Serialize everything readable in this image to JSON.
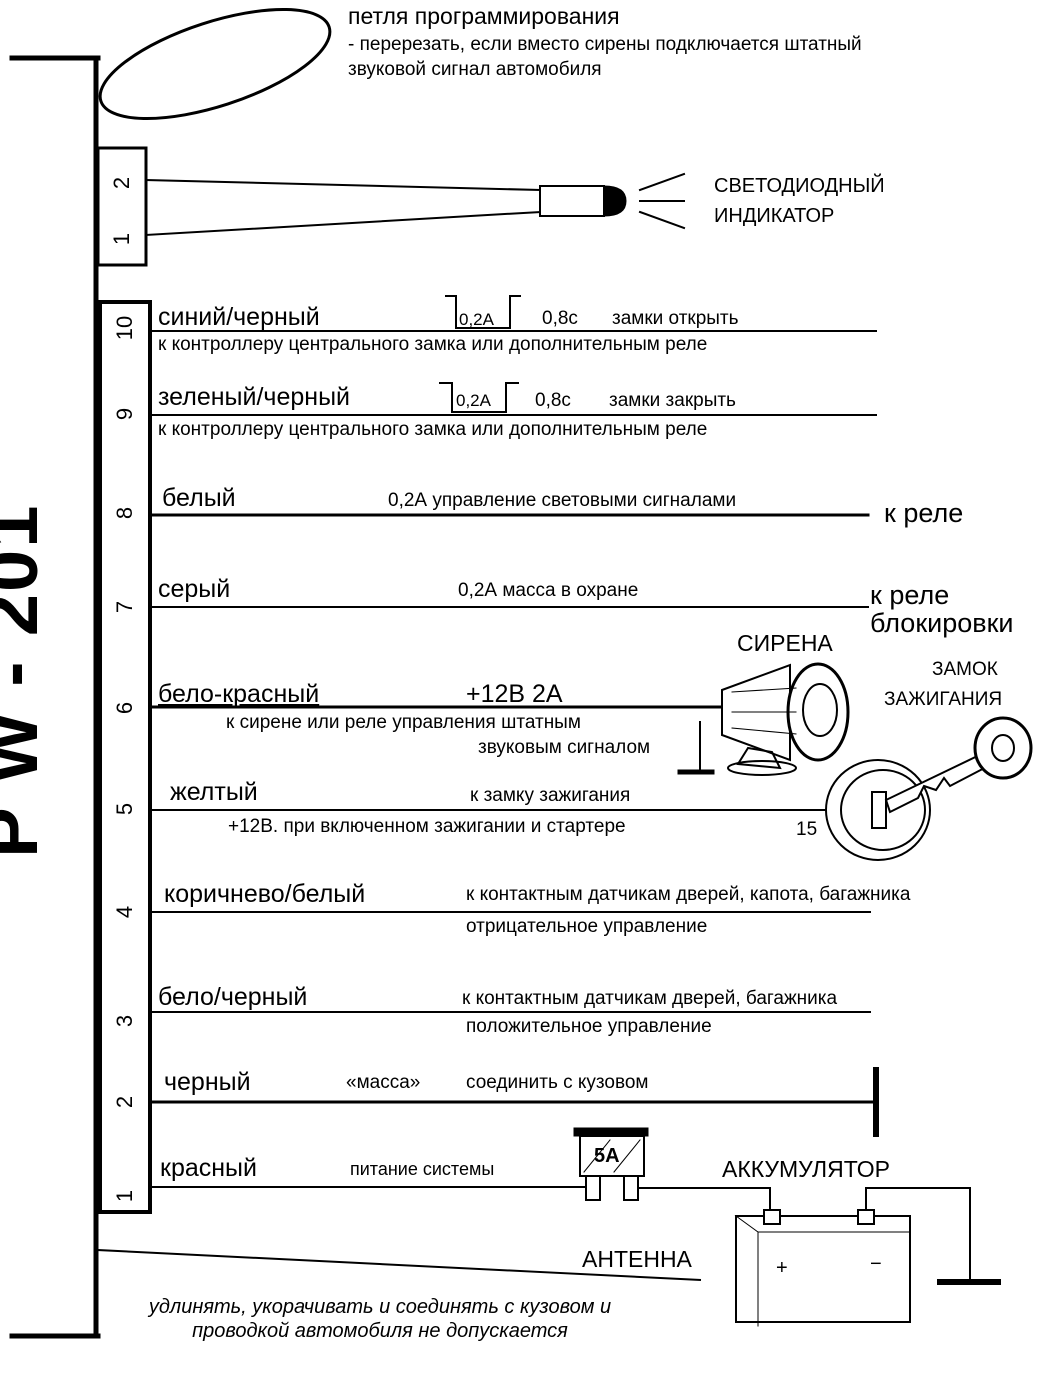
{
  "model": "P W - 201",
  "programming_loop": {
    "title": "петля программирования",
    "note_line1": "- перерезать, если вместо сирены подключается штатный",
    "note_line2": "звуковой сигнал автомобиля"
  },
  "led": {
    "label_line1": "СВЕТОДИОДНЫЙ",
    "label_line2": "ИНДИКАТОР",
    "pins": [
      "2",
      "1"
    ]
  },
  "wires": [
    {
      "pin": "10",
      "color": "синий/черный",
      "pulse": "0,2А",
      "duration": "0,8с",
      "function": "замки открыть",
      "note": "к контроллеру центрального замка или дополнительным реле"
    },
    {
      "pin": "9",
      "color": "зеленый/черный",
      "pulse": "0,2А",
      "duration": "0,8с",
      "function": "замки закрыть",
      "note": "к контроллеру центрального замка или дополнительным реле"
    },
    {
      "pin": "8",
      "color": "белый",
      "function": "0,2А  управление световыми сигналами",
      "target": "к реле"
    },
    {
      "pin": "7",
      "color": "серый",
      "function": "0,2А   масса в охране",
      "target_line1": "к реле",
      "target_line2": "блокировки"
    },
    {
      "pin": "6",
      "color": "бело-красный",
      "function": "+12В   2А",
      "note_line1": "к сирене или реле управления штатным",
      "note_line2": "звуковым сигналом"
    },
    {
      "pin": "5",
      "color": "желтый",
      "function": "к замку зажигания",
      "note": "+12В. при включенном зажигании и стартере",
      "terminal": "15"
    },
    {
      "pin": "4",
      "color": "коричнево/белый",
      "function": "к контактным датчикам дверей, капота, багажника",
      "note": "отрицательное управление"
    },
    {
      "pin": "3",
      "color": "бело/черный",
      "function": "к контактным датчикам дверей, багажника",
      "note": "положительное управление"
    },
    {
      "pin": "2",
      "color": "черный",
      "quote": "«масса»",
      "function": "соединить с кузовом"
    },
    {
      "pin": "1",
      "color": "красный",
      "function": "питание системы"
    }
  ],
  "siren_label": "СИРЕНА",
  "ignition_label_line1": "ЗАМОК",
  "ignition_label_line2": "ЗАЖИГАНИЯ",
  "fuse_label": "5А",
  "battery": {
    "label": "АККУМУЛЯТОР",
    "plus": "+",
    "minus": "−"
  },
  "antenna_label": "АНТЕННА",
  "warning": "удлинять, укорачивать и соединять с кузовом и проводкой автомобиля не допускается"
}
